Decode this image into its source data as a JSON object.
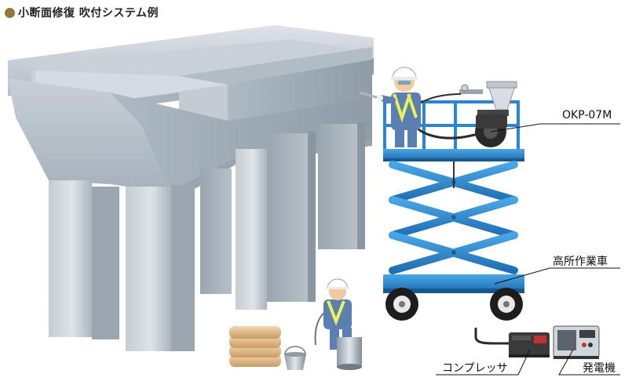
{
  "title": {
    "text": "小断面修復 吹付システム例",
    "bullet_color": "#8d7a3a"
  },
  "labels": {
    "pump": "OKP-07M",
    "lift": "高所作業車",
    "compressor": "コンプレッサ",
    "generator": "発電機"
  },
  "colors": {
    "concrete": "#b9c3cb",
    "lift_blue": "#2f8bd0",
    "hardhat": "#ffffff",
    "vest": "#e8f05a",
    "uniform": "#5c7fb1"
  }
}
